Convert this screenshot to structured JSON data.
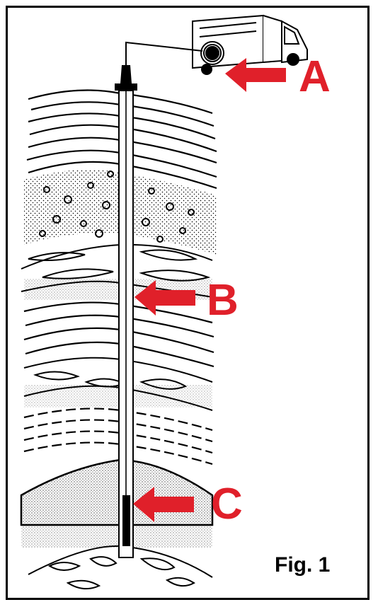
{
  "figure": {
    "label": "Fig. 1",
    "callouts": [
      {
        "id": "A",
        "text": "A"
      },
      {
        "id": "B",
        "text": "B"
      },
      {
        "id": "C",
        "text": "C"
      }
    ]
  },
  "colors": {
    "callout": "#e0202a",
    "ink": "#000000",
    "paper": "#ffffff"
  },
  "icons": [
    "logging-truck-icon",
    "cable-reel-icon",
    "logging-tool-icon",
    "arrow-left-icon"
  ]
}
